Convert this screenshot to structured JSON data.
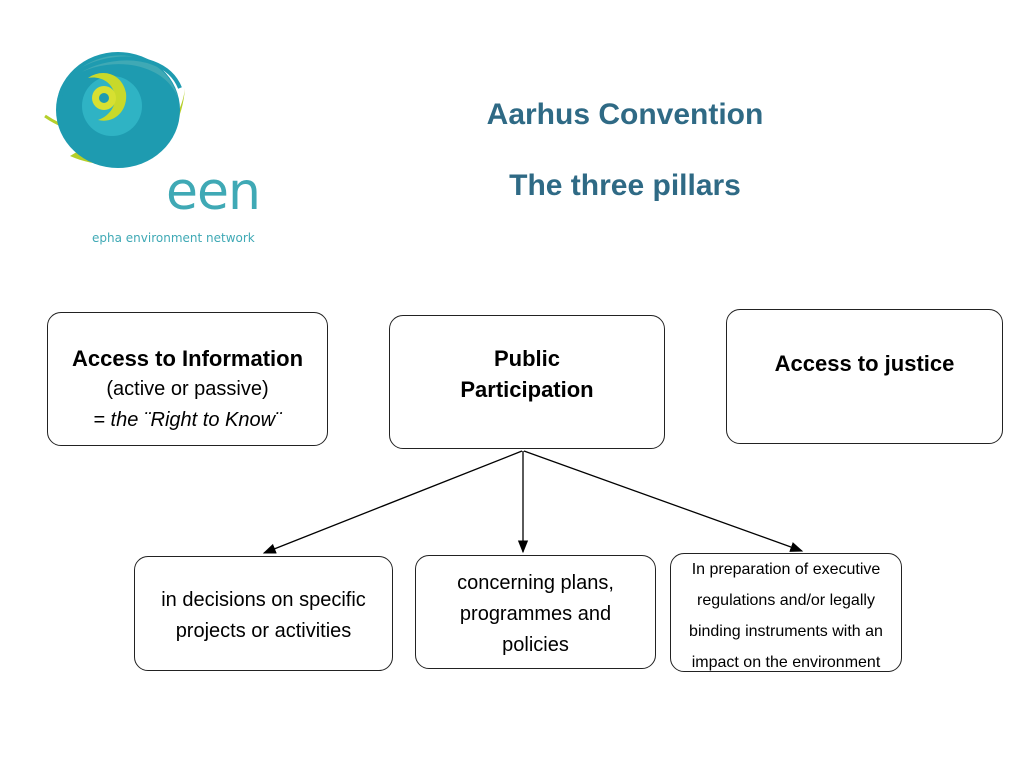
{
  "logo": {
    "word": "een",
    "tagline": "epha environment network"
  },
  "title": {
    "line1": "Aarhus Convention",
    "line2": "The three pillars"
  },
  "pillars": {
    "information": {
      "heading": "Access to Information",
      "line2": "(active or passive)",
      "line3": "= the ¨Right to Know¨"
    },
    "participation": {
      "heading_line1": "Public",
      "heading_line2": "Participation"
    },
    "justice": {
      "heading": "Access to justice"
    }
  },
  "participation_branches": {
    "decisions": {
      "line1": "in decisions on specific",
      "line2": "projects or activities"
    },
    "plans": {
      "line1": "concerning plans,",
      "line2": "programmes and",
      "line3": "policies"
    },
    "executive": {
      "line1": "In preparation of executive",
      "line2": "regulations and/or legally",
      "line3": "binding instruments with an",
      "line4": "impact on the environment"
    }
  },
  "colors": {
    "title": "#2f6a85",
    "logo_teal": "#3fa9b5",
    "logo_green": "#b5cf2a"
  }
}
